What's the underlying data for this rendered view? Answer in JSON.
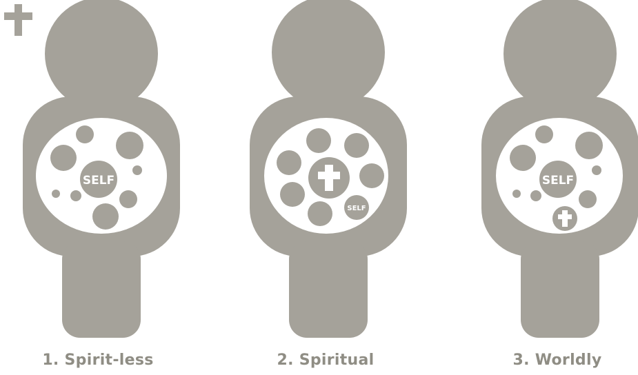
{
  "colors": {
    "figure": "#a5a29a",
    "heart": "#ffffff",
    "text": "#8f8d84"
  },
  "corner_icon": "cross-icon",
  "figures": [
    {
      "label": "1. Spirit-less",
      "center_text": "SELF",
      "throne_icon": "none"
    },
    {
      "label": "2. Spiritual",
      "center_text": "cross-icon",
      "side_text": "SELF"
    },
    {
      "label": "3. Worldly",
      "center_text": "SELF",
      "lower_icon": "cross-icon"
    }
  ]
}
